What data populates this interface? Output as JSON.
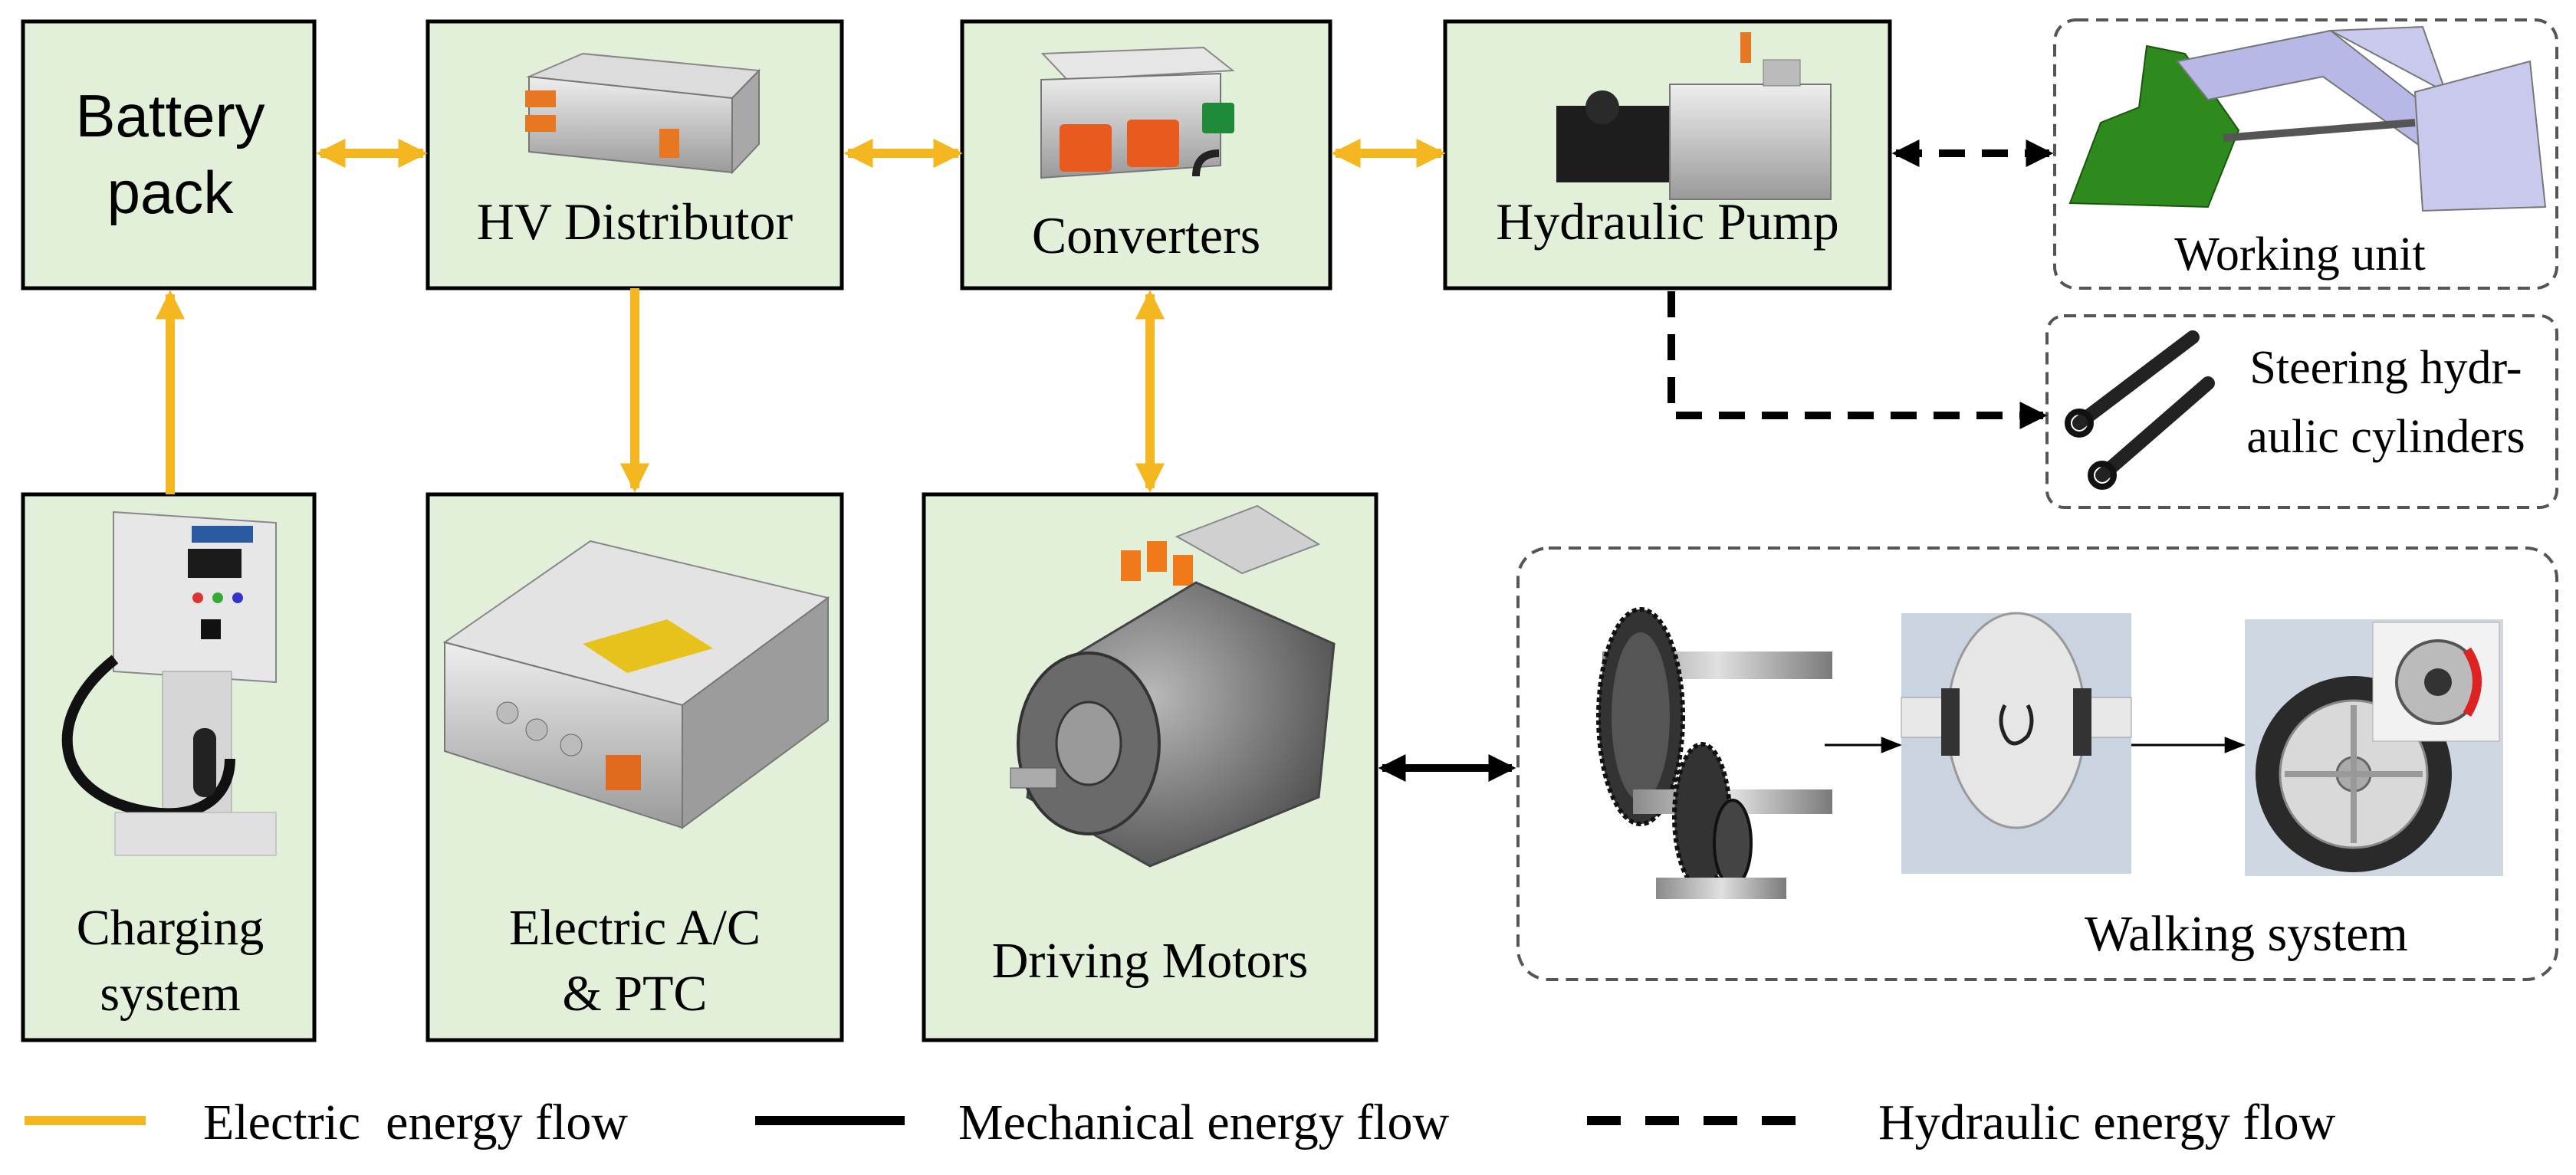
{
  "colors": {
    "box_fill": "#e2efd9",
    "box_stroke": "#000000",
    "electric": "#f5b720",
    "mechanical": "#000000",
    "hydraulic": "#000000",
    "dashed_group": "#555555"
  },
  "boxes": {
    "battery": "Battery",
    "battery_line2": "pack",
    "hv_distributor": "HV Distributor",
    "converters": "Converters",
    "hydraulic_pump": "Hydraulic Pump",
    "charging": "Charging",
    "charging_line2": "system",
    "electric_ac": "Electric A/C",
    "electric_ac_line2": "& PTC",
    "driving_motors": "Driving Motors"
  },
  "groups": {
    "working_unit": "Working unit",
    "steering_line1": "Steering hydr-",
    "steering_line2": "aulic cylinders",
    "walking_system": "Walking system"
  },
  "legend": {
    "electric": "Electric  energy flow",
    "mechanical": "Mechanical energy flow",
    "hydraulic": "Hydraulic energy flow"
  },
  "icons": {
    "hv_distributor": "hv-distributor-photo",
    "converters": "converter-unit-photo",
    "hydraulic_pump": "hydraulic-pump-photo",
    "working_unit": "loader-arm-photo",
    "steering": "hydraulic-cylinder-photo",
    "charging": "charging-station-photo",
    "electric_ac": "electric-ac-unit-photo",
    "driving_motors": "electric-motor-photo",
    "gears": "gear-train-photo",
    "differential": "differential-photo",
    "wheel": "wheel-brake-photo"
  }
}
